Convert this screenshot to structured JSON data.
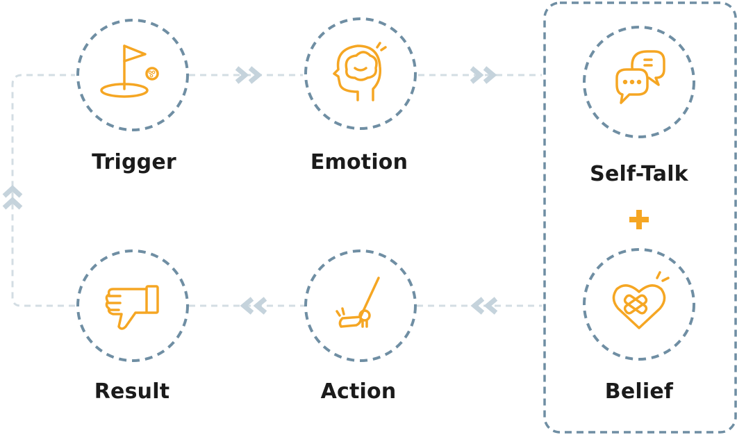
{
  "nodes": {
    "trigger": {
      "label": "Trigger",
      "icon": "golf-flag-icon"
    },
    "emotion": {
      "label": "Emotion",
      "icon": "head-brain-icon"
    },
    "self_talk": {
      "label": "Self-Talk",
      "icon": "speech-bubbles-icon"
    },
    "belief": {
      "label": "Belief",
      "icon": "bandaged-heart-icon"
    },
    "action": {
      "label": "Action",
      "icon": "golf-club-ball-icon"
    },
    "result": {
      "label": "Result",
      "icon": "thumbs-down-icon"
    }
  },
  "connector": {
    "symbol": "+"
  },
  "colors": {
    "circle_border": "#6f8ea3",
    "connector_line": "#d3dde3",
    "chevron": "#c5d3dc",
    "icon": "#f5a623",
    "label": "#1b1b1b"
  }
}
